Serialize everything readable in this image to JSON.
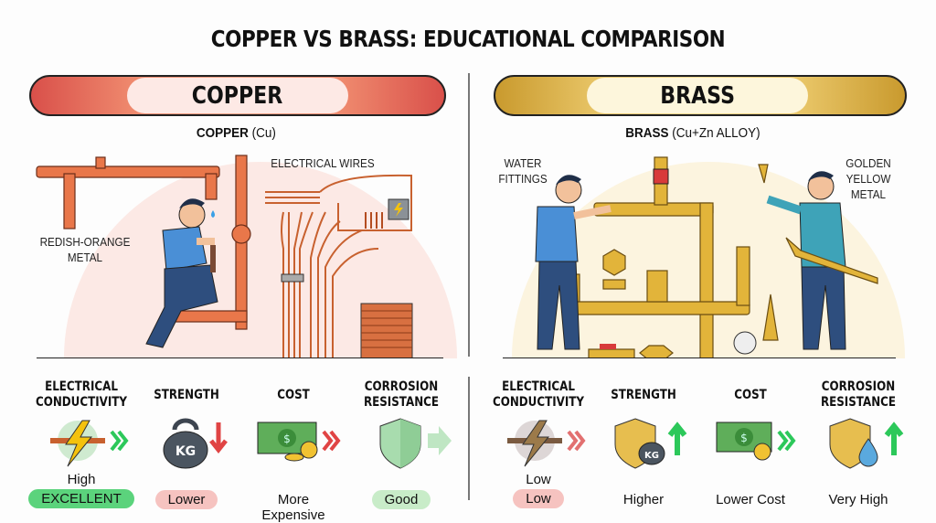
{
  "title": "COPPER VS BRASS: EDUCATIONAL COMPARISON",
  "colors": {
    "copper_banner": "#e0604f",
    "brass_banner": "#d9ae45",
    "excellent_badge": "#5bd37c",
    "low_badge": "#f6c3c0",
    "good_badge": "#c8ecc8",
    "arrow_green": "#2cc85a",
    "arrow_red": "#e04444"
  },
  "copper": {
    "banner": "COPPER",
    "subtitle_bold": "COPPER",
    "subtitle_rest": " (Cu)",
    "scene_labels": {
      "wires": "ELECTRICAL WIRES",
      "color_line1": "REDISH-ORANGE",
      "color_line2": "METAL"
    },
    "metrics": [
      {
        "head_line1": "ELECTRICAL",
        "head_line2": "CONDUCTIVITY",
        "icon": "lightning-wire-icon",
        "trend": "double-chevron-right-green",
        "value": "High",
        "badge": "EXCELLENT"
      },
      {
        "head_line1": "STRENGTH",
        "head_line2": "",
        "icon": "kettlebell-icon",
        "trend": "arrow-down-red",
        "value": "",
        "badge": "Lower"
      },
      {
        "head_line1": "COST",
        "head_line2": "",
        "icon": "money-coins-icon",
        "trend": "double-chevron-right-red",
        "value": "",
        "badge": "More Expensive"
      },
      {
        "head_line1": "CORROSION",
        "head_line2": "RESISTANCE",
        "icon": "green-shield-icon",
        "trend": "arrow-right-lightgreen",
        "value": "",
        "badge": "Good"
      }
    ]
  },
  "brass": {
    "banner": "BRASS",
    "subtitle_bold": "BRASS",
    "subtitle_rest": " (Cu+Zn ALLOY)",
    "scene_labels": {
      "fittings_line1": "WATER",
      "fittings_line2": "FITTINGS",
      "color_line1": "GOLDEN",
      "color_line2": "YELLOW",
      "color_line3": "METAL"
    },
    "metrics": [
      {
        "head_line1": "ELECTRICAL",
        "head_line2": "CONDUCTIVITY",
        "icon": "lightning-wire-icon",
        "trend": "double-chevron-right-red",
        "value": "Low",
        "badge": "Low"
      },
      {
        "head_line1": "STRENGTH",
        "head_line2": "",
        "icon": "shield-kettlebell-icon",
        "trend": "arrow-up-green",
        "value": "",
        "badge": "Higher"
      },
      {
        "head_line1": "COST",
        "head_line2": "",
        "icon": "money-coin-icon",
        "trend": "double-chevron-right-green",
        "value": "",
        "badge": "Lower Cost"
      },
      {
        "head_line1": "CORROSION",
        "head_line2": "RESISTANCE",
        "icon": "gold-shield-drop-icon",
        "trend": "arrow-up-green",
        "value": "",
        "badge": "Very High"
      }
    ]
  }
}
